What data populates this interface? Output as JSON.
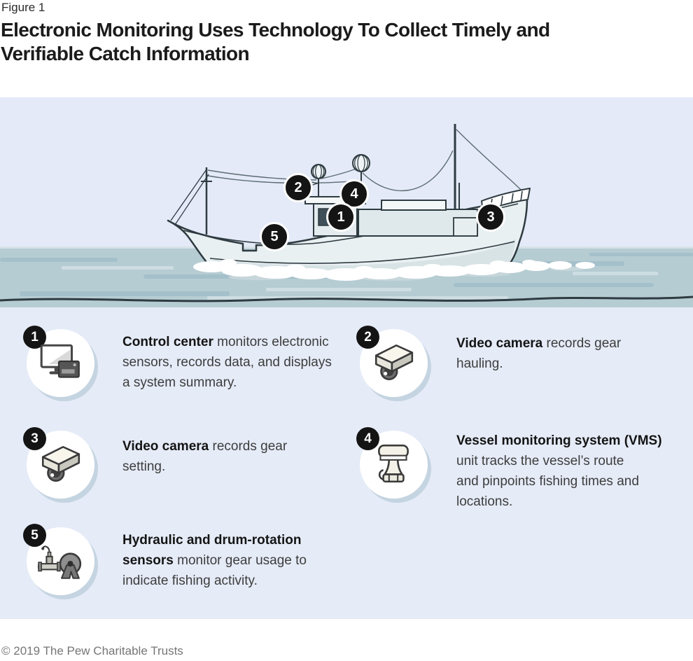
{
  "header": {
    "figure_label": "Figure 1",
    "title": "Electronic Monitoring Uses Technology To Collect Timely and Verifiable Catch Information"
  },
  "illustration": {
    "markers": [
      {
        "label": "1"
      },
      {
        "label": "2"
      },
      {
        "label": "3"
      },
      {
        "label": "4"
      },
      {
        "label": "5"
      }
    ]
  },
  "legend": {
    "items": [
      {
        "number": "1",
        "icon": "control-center-icon",
        "lines": [
          {
            "b": "Control center",
            "t": " monitors electronic"
          },
          {
            "t": "sensors, records data, and displays"
          },
          {
            "t": "a system summary."
          }
        ]
      },
      {
        "number": "2",
        "icon": "video-camera-icon",
        "lines": [
          {
            "b": "Video camera",
            "t": " records gear"
          },
          {
            "t": "hauling."
          }
        ]
      },
      {
        "number": "3",
        "icon": "video-camera-icon",
        "lines": [
          {
            "b": "Video camera",
            "t": " records gear"
          },
          {
            "t": "setting."
          }
        ]
      },
      {
        "number": "4",
        "icon": "vms-icon",
        "lines": [
          {
            "b": "Vessel monitoring system (VMS)"
          },
          {
            "t": "unit tracks the vessel’s route"
          },
          {
            "t": "and pinpoints fishing times and"
          },
          {
            "t": "locations."
          }
        ]
      },
      {
        "number": "5",
        "icon": "sensors-icon",
        "lines": [
          {
            "b": "Hydraulic and drum-rotation"
          },
          {
            "b": "sensors",
            "t": " monitor gear usage to"
          },
          {
            "t": "indicate fishing activity."
          }
        ]
      }
    ]
  },
  "footer": {
    "copyright": "© 2019 The Pew Charitable Trusts"
  },
  "colors": {
    "panel_bg": "#e5ebf7",
    "sky": "#e4eaf7",
    "water": "#b6ccd3",
    "outline": "#2e3b41",
    "marker_bg": "#141414",
    "circle_shadow": "#c5d4e1"
  }
}
